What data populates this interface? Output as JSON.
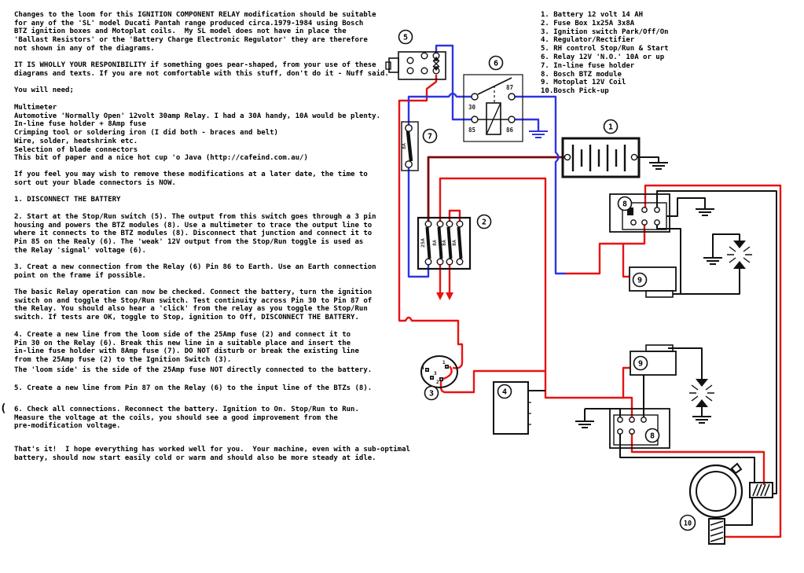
{
  "article": {
    "p1": [
      "Changes to the loom for this IGNITION COMPONENT RELAY modification should be suitable",
      "for any of the 'SL' model Ducati Pantah range produced circa.1979-1984 using Bosch",
      "BTZ ignition boxes and Motoplat coils.  My SL model does not have in place the",
      "'Ballast Resistors' or the 'Battery Charge Electronic Regulator' they are therefore",
      "not shown in any of the diagrams."
    ],
    "p2": [
      "IT IS WHOLLY YOUR RESPONIBILITY if something goes pear-shaped, from your use of these",
      "diagrams and texts. If you are not comfortable with this stuff, don't do it - Nuff said."
    ],
    "p3": [
      "You will need;"
    ],
    "p4": [
      "Multimeter",
      "Automotive 'Normally Open' 12volt 30amp Relay. I had a 30A handy, 10A would be plenty.",
      "In-line fuse holder + 8Amp fuse",
      "Crimping tool or soldering iron (I did both - braces and belt)",
      "Wire, solder, heatshrink etc.",
      "Selection of blade connectors",
      "This bit of paper and a nice hot cup 'o Java (http://cafeind.com.au/)"
    ],
    "p5": [
      "If you feel you may wish to remove these modifications at a later date, the time to",
      "sort out your blade connectors is NOW."
    ],
    "p6": [
      "1. DISCONNECT THE BATTERY"
    ],
    "p7": [
      "2. Start at the Stop/Run switch (5). The output from this switch goes through a 3 pin",
      "housing and powers the BTZ modules (8). Use a multimeter to trace the output line to",
      "where it connects to the BTZ modules (8). Disconnect that junction and connect it to",
      "Pin 85 on the Realy (6). The 'weak' 12V output from the Stop/Run toggle is used as",
      "the Relay 'signal' voltage (6)."
    ],
    "p8": [
      "3. Creat a new connection from the Relay (6) Pin 86 to Earth. Use an Earth connection",
      "point on the frame if possible."
    ],
    "p9": [
      "The basic Relay operation can now be checked. Connect the battery, turn the ignition",
      "switch on and toggle the Stop/Run switch. Test continuity across Pin 30 to Pin 87 of",
      "the Relay. You should also hear a 'click' from the relay as you toggle the Stop/Run",
      "switch. If tests are OK, toggle to Stop, ignition to Off, DISCONNECT THE BATTERY."
    ],
    "p10": [
      "4. Create a new line from the loom side of the 25Amp fuse (2) and connect it to",
      "Pin 30 on the Relay (6). Break this new line in a suitable place and insert the",
      "in-line fuse holder with 8Amp fuse (7). DO NOT disturb or break the existing line",
      "from the 25Amp fuse (2) to the Ignition Switch (3)."
    ],
    "p11": [
      "The 'loom side' is the side of the 25Amp fuse NOT directly connected to the battery."
    ],
    "p12": [
      "5. Create a new line from Pin 87 on the Relay (6) to the input line of the BTZs (8)."
    ],
    "p13": [
      "6. Check all connections. Reconnect the battery. Ignition to On. Stop/Run to Run.",
      "Measure the voltage at the coils, you should see a good improvement from the",
      "pre-modification voltage."
    ],
    "p14": [
      "That's it!  I hope everything has worked well for you.  Your machine, even with a sub-optimal",
      "battery, should now start easily cold or warm and should also be more steady at idle."
    ],
    "stray_paren": "("
  },
  "legend": {
    "items": [
      "1. Battery 12 volt 14 AH",
      "2. Fuse Box 1x25A 3x8A",
      "3. Ignition switch Park/Off/On",
      "4. Regulator/Rectifier",
      "5. RH control Stop/Run & Start",
      "6. Relay 12V 'N.O.' 10A or up",
      "7. In-line fuse holder",
      "8. Bosch BTZ module",
      "9. Motoplat 12V Coil",
      "10.Bosch Pick-up"
    ]
  },
  "diagram": {
    "numbers": {
      "n1": "1",
      "n2": "2",
      "n3": "3",
      "n4": "4",
      "n5": "5",
      "n6": "6",
      "n7": "7",
      "n8": "8",
      "n9": "9",
      "n10": "10"
    },
    "relay_pins": {
      "p30": "30",
      "p87": "87",
      "p85": "85",
      "p86": "86"
    },
    "fuse_labels": {
      "f1": "25A",
      "f2": "8A",
      "f3": "8A",
      "f4": "8A",
      "inline": "8A"
    },
    "ignition_pins": {
      "a": "4",
      "b": "1",
      "c": "3",
      "d": "2"
    },
    "wire_colors": {
      "battery_feed": "#7a0808",
      "live": "#e81313",
      "new_line": "#2e35e0",
      "earth": "#111111"
    }
  }
}
